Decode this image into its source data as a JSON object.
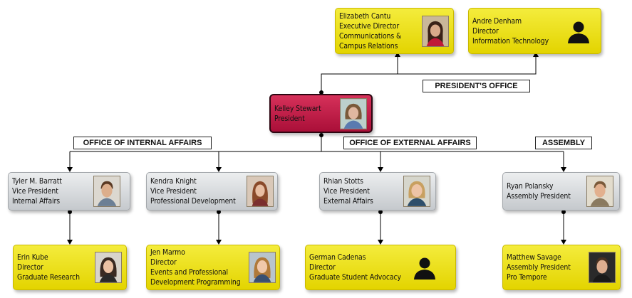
{
  "section_labels": {
    "presidents_office": "PRESIDENT'S OFFICE",
    "internal_affairs": "OFFICE OF INTERNAL AFFAIRS",
    "external_affairs": "OFFICE OF EXTERNAL AFFAIRS",
    "assembly": "ASSEMBLY"
  },
  "people": {
    "cantu": {
      "name": "Elizabeth Cantu",
      "title_lines": [
        "Executive Director",
        "Communications &",
        "Campus Relations"
      ],
      "portrait": "photo"
    },
    "denham": {
      "name": "Andre Denham",
      "title_lines": [
        "Director",
        "Information Technology"
      ],
      "portrait": "silhouette-icon"
    },
    "stewart": {
      "name": "Kelley Stewart",
      "title_lines": [
        "President"
      ],
      "portrait": "photo"
    },
    "barratt": {
      "name": "Tyler M. Barratt",
      "title_lines": [
        "Vice President",
        "Internal Affairs"
      ],
      "portrait": "photo"
    },
    "knight": {
      "name": "Kendra Knight",
      "title_lines": [
        "Vice President",
        "Professional Development"
      ],
      "portrait": "photo"
    },
    "stotts": {
      "name": "Rhian Stotts",
      "title_lines": [
        "Vice President",
        "External Affairs"
      ],
      "portrait": "photo"
    },
    "polansky": {
      "name": "Ryan Polansky",
      "title_lines": [
        "Assembly President"
      ],
      "portrait": "photo"
    },
    "kube": {
      "name": "Erin Kube",
      "title_lines": [
        "Director",
        "Graduate Research"
      ],
      "portrait": "photo"
    },
    "marmo": {
      "name": "Jen Marmo",
      "title_lines": [
        "Director",
        "Events and Professional",
        "Development Programming"
      ],
      "portrait": "photo"
    },
    "cadenas": {
      "name": "German Cadenas",
      "title_lines": [
        "Director",
        "Graduate Student Advocacy"
      ],
      "portrait": "silhouette-icon"
    },
    "savage": {
      "name": "Matthew Savage",
      "title_lines": [
        "Assembly President",
        "Pro Tempore"
      ],
      "portrait": "photo"
    }
  },
  "colors": {
    "director_card": "#e9dc14",
    "vp_card": "#d4d7da",
    "president_card": "#c0204a",
    "connector": "#000000"
  }
}
